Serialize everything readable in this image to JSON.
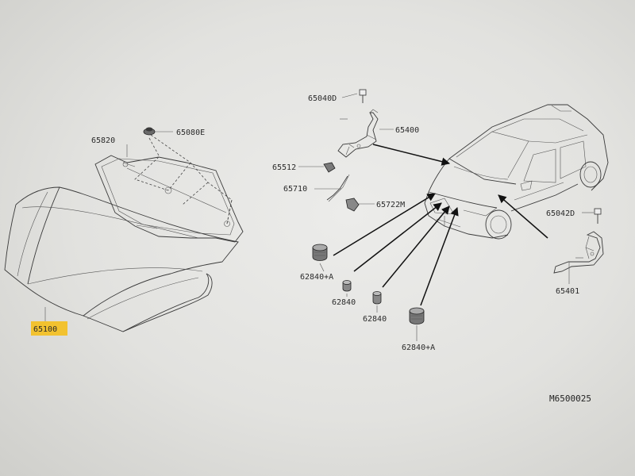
{
  "labels": {
    "hood_panel": "65100",
    "hood_insulator": "65820",
    "insulator_clip": "65080E",
    "hood_lock_bolt": "65040D",
    "hinge_left": "65400",
    "hood_stay_clip": "65512",
    "hood_stay": "65710",
    "stay_grommet": "65722M",
    "bumper_rubber_a_left": "62840+A",
    "bumper_rubber_small_1": "62840",
    "bumper_rubber_small_2": "62840",
    "bumper_rubber_a_right": "62840+A",
    "hinge_bolt_right": "65042D",
    "hinge_right": "65401"
  },
  "diagram_id": "M6500025",
  "highlight_color": "#f2c230"
}
